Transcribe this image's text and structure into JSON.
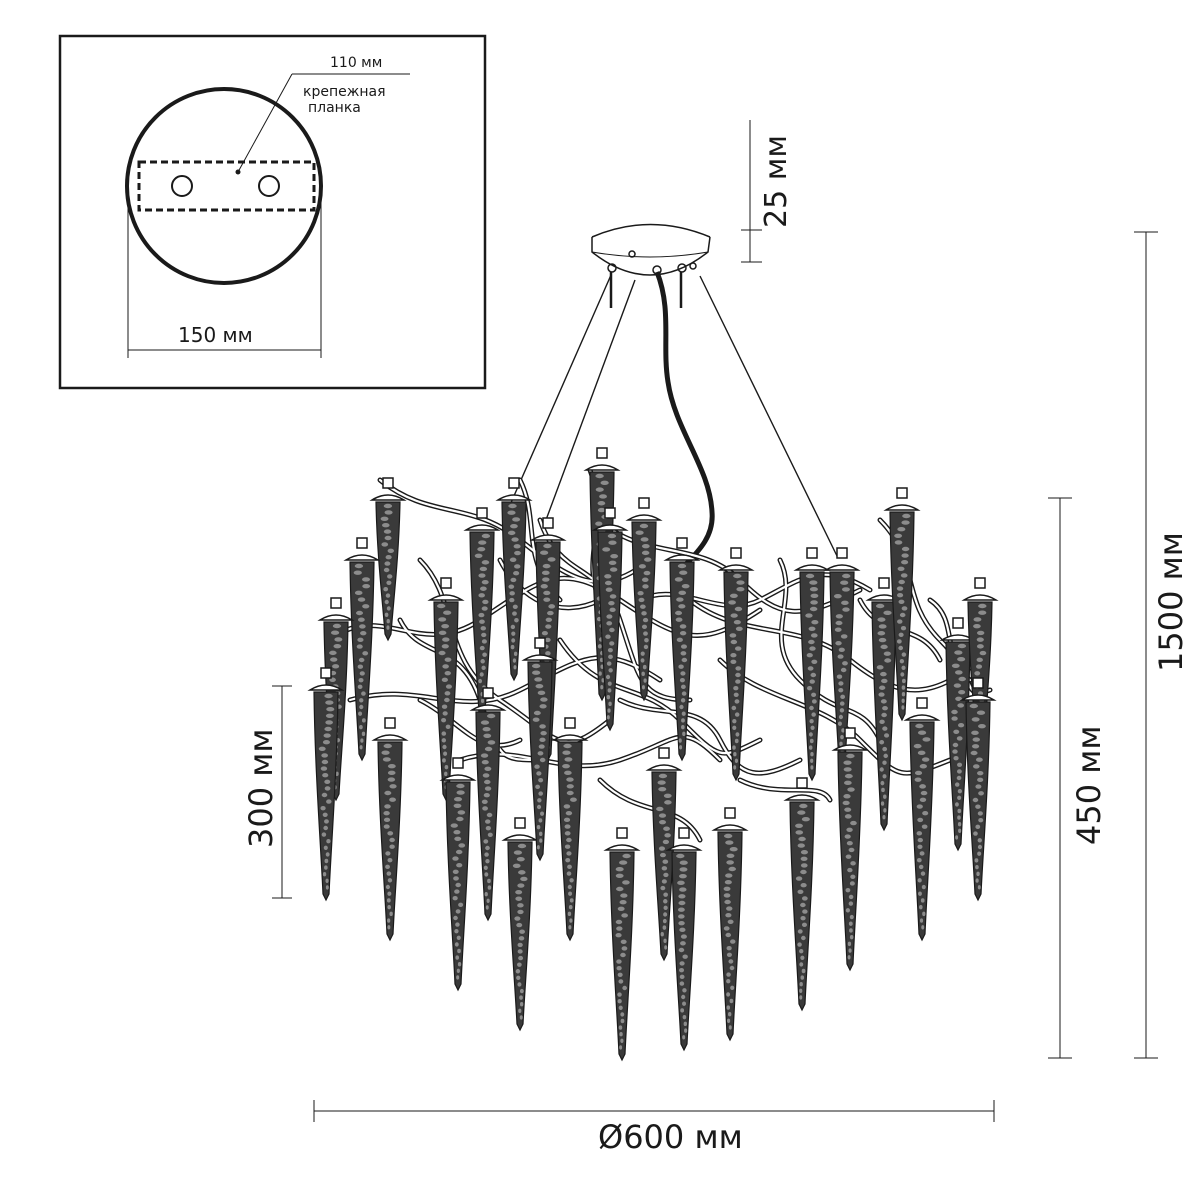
{
  "colors": {
    "ink": "#1a1a1a",
    "background": "#ffffff"
  },
  "inset": {
    "dim_110": "110 мм",
    "bracket_line1": "крепежная",
    "bracket_line2": "планка",
    "dim_150": "150 мм"
  },
  "dimensions": {
    "canopy_height": "25 мм",
    "total_height": "1500 мм",
    "body_height": "450 мм",
    "pendant_length": "300 мм",
    "diameter": "Ø600 мм"
  }
}
